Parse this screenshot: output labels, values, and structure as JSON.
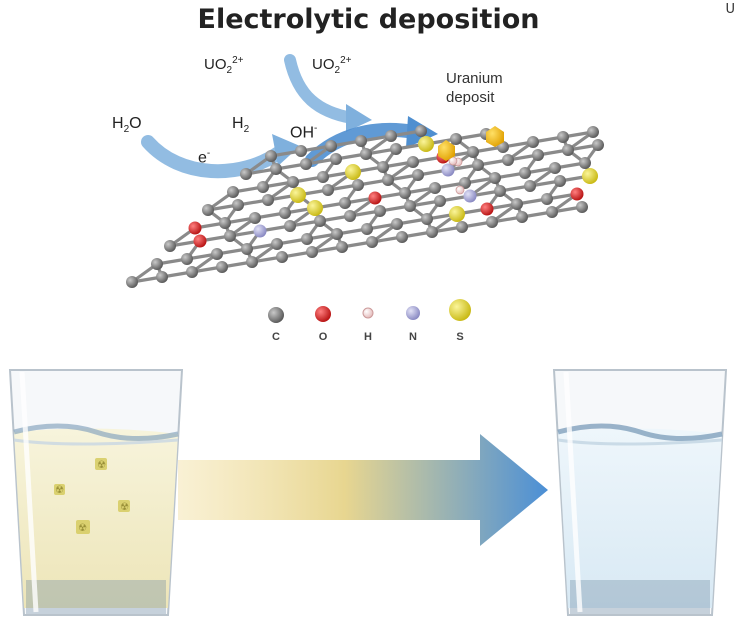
{
  "title": "Electrolytic deposition",
  "corner_mark": "U",
  "species": {
    "uo2_left": {
      "base": "UO",
      "sub": "2",
      "sup": "2+"
    },
    "uo2_right": {
      "base": "UO",
      "sub": "2",
      "sup": "2+"
    },
    "water": {
      "base": "H",
      "sub": "2",
      "tail": "O"
    },
    "hydrogen": {
      "base": "H",
      "sub": "2"
    },
    "electron": {
      "base": "e",
      "sup": "-"
    },
    "hydroxide": {
      "base": "OH",
      "sup": "-"
    }
  },
  "deposit_label": [
    "Uranium",
    "deposit"
  ],
  "legend": [
    {
      "symbol": "C",
      "color": "#6e6e6e"
    },
    {
      "symbol": "O",
      "color": "#d42020"
    },
    {
      "symbol": "H",
      "color": "#f2d8d8"
    },
    {
      "symbol": "N",
      "color": "#a9a9d6"
    },
    {
      "symbol": "S",
      "color": "#e3d72a"
    }
  ],
  "colors": {
    "arrow_blue": "#6fa3d9",
    "uranium_gold": "#f5b800",
    "contaminated_water": "#f3efcf",
    "clean_water": "#e6f1f8",
    "transfer_arrow_start": "#f2dd9a",
    "transfer_arrow_end": "#4b8fd6"
  },
  "icons": {
    "contaminant": "radiation-hazard-icon",
    "glass": "drinking-glass-icon"
  }
}
